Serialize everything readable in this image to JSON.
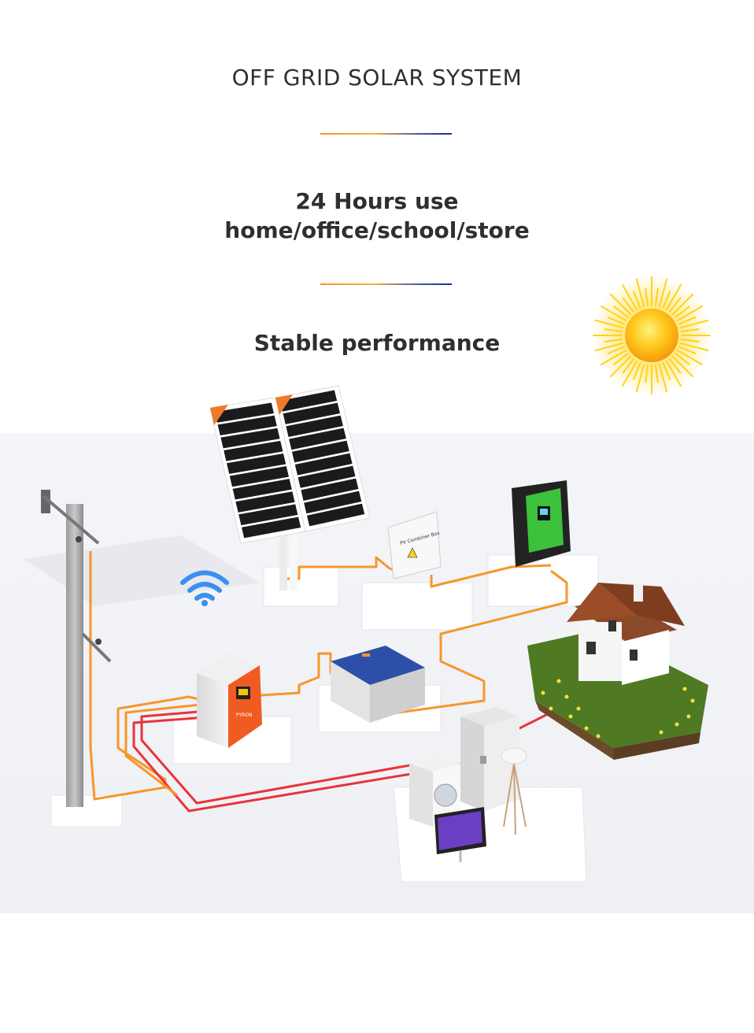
{
  "header": {
    "title": "OFF GRID SOLAR SYSTEM",
    "subtitle_line1": "24 Hours use",
    "subtitle_line2": "home/office/school/store",
    "tagline": "Stable performance"
  },
  "diagram": {
    "combiner_box_label": "PV Combiner Box",
    "brand_label": "PYRON"
  },
  "colors": {
    "cable_orange": "#f7962a",
    "cable_red": "#e8333a",
    "panel_cells": "#1b1b1e",
    "panel_corner": "#f07a2a",
    "inverter_green": "#3cc13b",
    "cabinet_orange": "#f05b21",
    "battery_blue": "#2e4fa8",
    "sun_yellow": "#ffd21c"
  },
  "icons": [
    "sun-icon",
    "wifi-icon"
  ]
}
